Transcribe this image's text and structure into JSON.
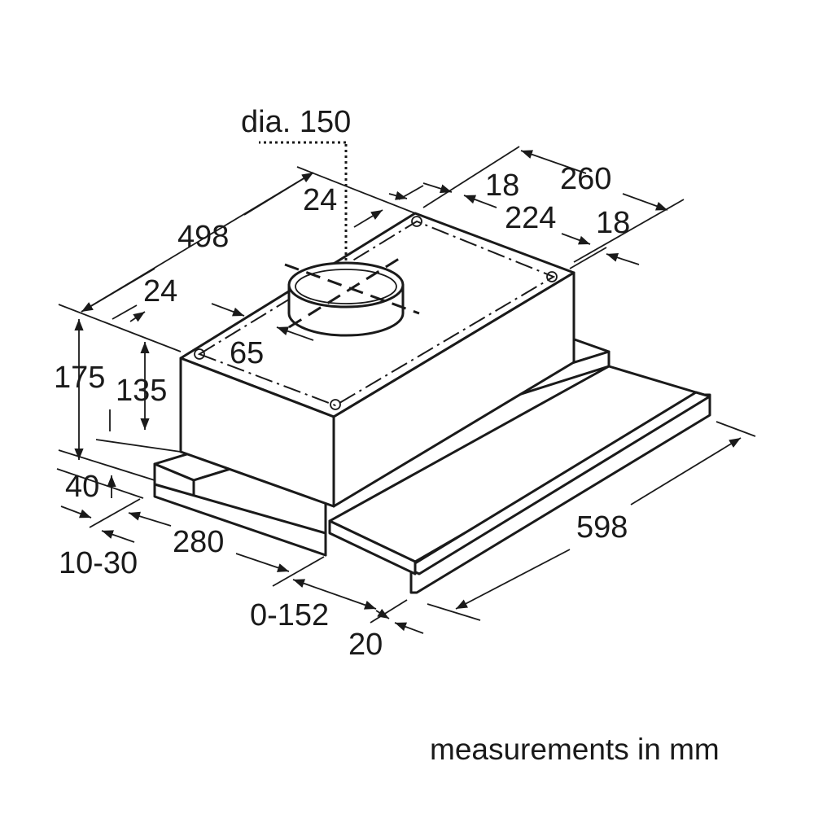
{
  "dimensions": {
    "duct_diameter": "dia. 150",
    "width_outer": "260",
    "width_inner": "224",
    "edge_right_top": "18",
    "edge_right_bottom": "18",
    "depth": "498",
    "offset_top": "24",
    "offset_left": "24",
    "duct_offset": "65",
    "height_total": "175",
    "height_body": "135",
    "height_base": "40",
    "front_gap": "10-30",
    "base_depth": "280",
    "extension": "0-152",
    "front_panel": "20",
    "total_width": "598"
  },
  "caption": "measurements in mm"
}
